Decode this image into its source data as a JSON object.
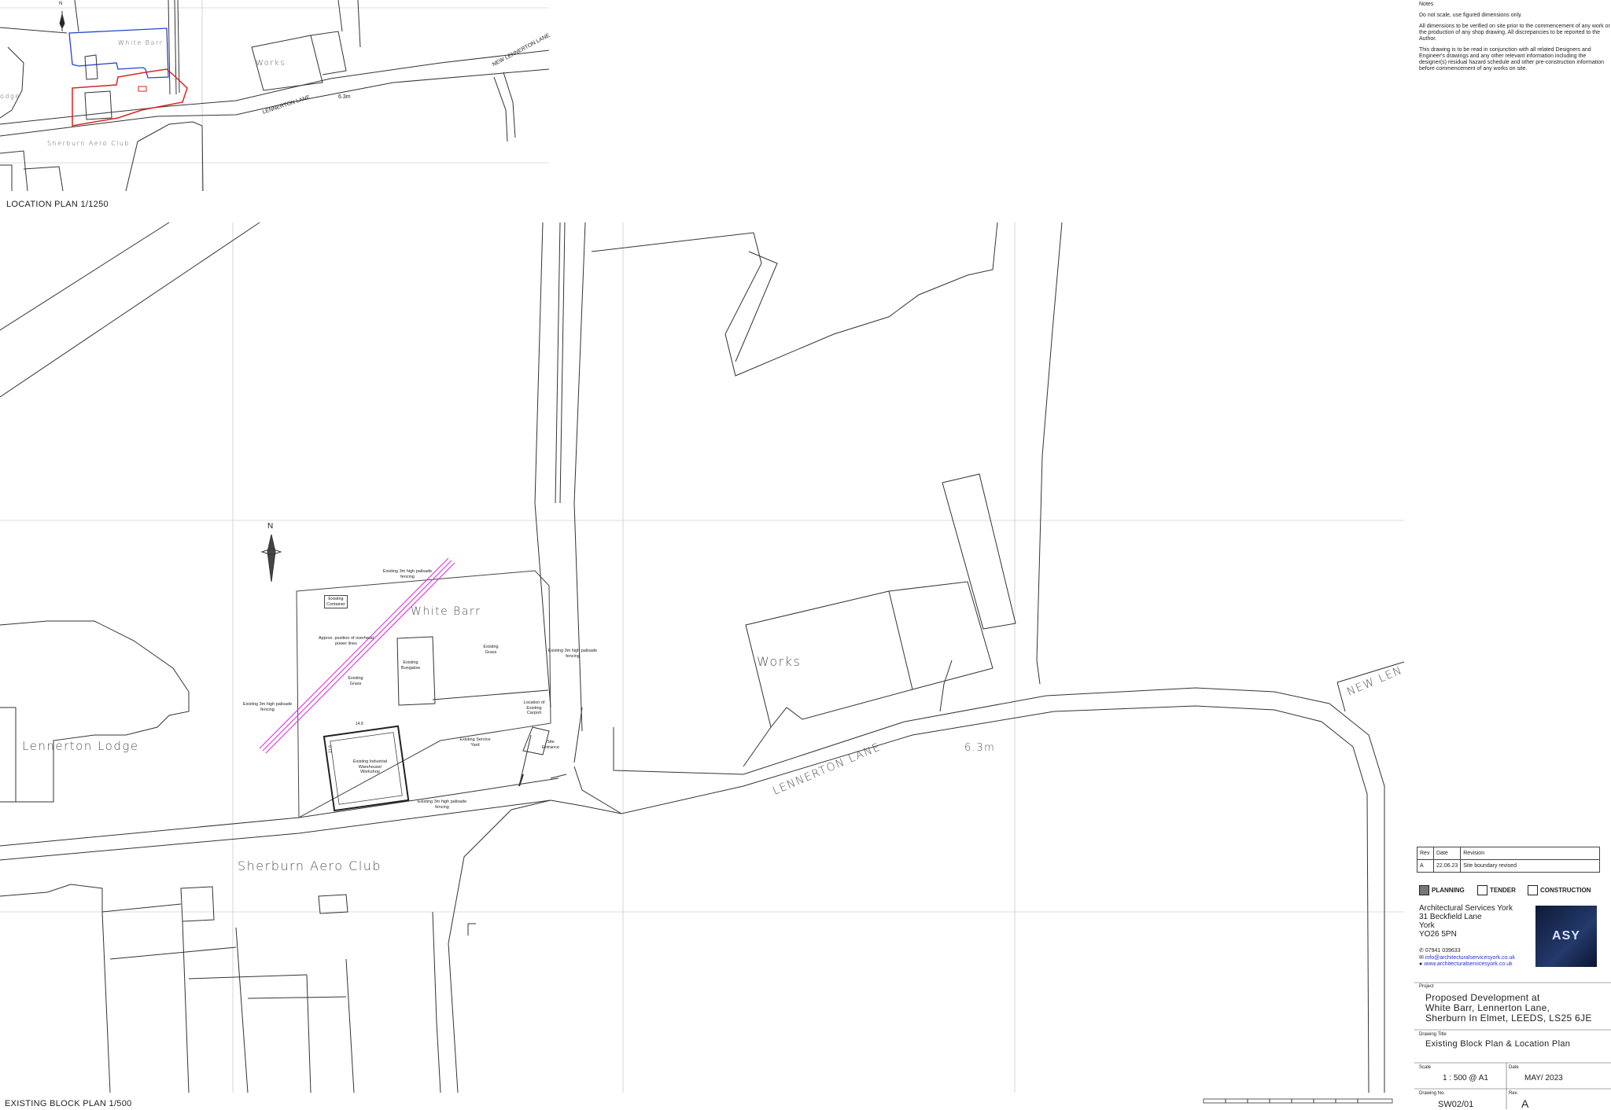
{
  "notes": {
    "heading": "Notes",
    "items": [
      "Do not scale, use figured dimensions only.",
      "All dimensions to be verified on site prior to the commencement of any work or the production of any shop drawing. All discrepancies to be reported to the Author.",
      "This drawing is to be read in conjunction with all related Designers and Engineer's drawings and any other relevant information including the designer(s) residual hazard schedule and other pre-construction information before commencement of any works on site."
    ]
  },
  "location_plan": {
    "title": "LOCATION PLAN 1/1250",
    "north": "N",
    "labels": {
      "white_barr": "White Barr",
      "works": "Works",
      "new_lennerton_lane": "NEW LENNERTON LANE",
      "lennerton_lane": "LENNERTON LANE",
      "spot_height": "6.3m",
      "aero_club": "Sherburn Aero Club",
      "lodge_fragment": "odge"
    }
  },
  "block_plan": {
    "title": "EXISTING BLOCK PLAN 1/500",
    "north": "N",
    "labels": {
      "white_barr": "White Barr",
      "works": "Works",
      "lennerton_lane": "LENNERTON LANE",
      "new_lennerton_fragment": "NEW LEN",
      "spot_height": "6.3m",
      "lennerton_lodge": "Lennerton Lodge",
      "aero_club": "Sherburn Aero Club",
      "fence_north": "Existing 3m high palisade fencing",
      "container": "Existing Container",
      "power_lines": "Approx. position of overhead power lines",
      "bungalow": "Existing Bungalow",
      "grass_east": "Existing Grass",
      "grass_west": "Existing Grass",
      "fence_east": "Existing 3m high palisade fencing",
      "fence_west": "Existing 3m high palisade fencing",
      "carport": "Location of Existing Carport",
      "service_yard": "Existing Service Yard",
      "site_entrance": "Site Entrance",
      "warehouse": "Existing Industrial Warehouse/ Workshop",
      "fence_south": "Existing 3m high palisade fencing",
      "dim_top": "14.8",
      "dim_side": "11.0"
    }
  },
  "revisions": {
    "headers": [
      "Rev",
      "Date",
      "Revision"
    ],
    "rows": [
      [
        "A",
        "22.06.23",
        "Site boundary revised"
      ]
    ]
  },
  "stages": [
    {
      "label": "PLANNING",
      "selected": true
    },
    {
      "label": "TENDER",
      "selected": false
    },
    {
      "label": "CONSTRUCTION",
      "selected": false
    }
  ],
  "company": {
    "name": "Architectural Services York",
    "address": [
      "31 Beckfield Lane",
      "York",
      "YO26 5PN"
    ],
    "phone": "07941 039633",
    "email": "info@architecturalservicesyork.co.uk",
    "web": "www.architecturalservicesyork.co.uk",
    "logo_text": "ASY"
  },
  "project": {
    "label": "Project",
    "lines": [
      "Proposed Development at",
      "White Barr, Lennerton Lane,",
      "Sherburn In Elmet, LEEDS, LS25 6JE"
    ]
  },
  "drawing_title": {
    "label": "Drawing Title",
    "value": "Existing Block Plan & Location Plan"
  },
  "meta": {
    "scale_label": "Scale",
    "scale": "1 : 500 @ A1",
    "date_label": "Date",
    "date": "MAY/ 2023",
    "drawing_no_label": "Drawing No.",
    "drawing_no": "SW02/01",
    "rev_label": "Rev.",
    "rev": "A"
  },
  "colors": {
    "line": "#333333",
    "site_boundary": "#dd2222",
    "ownership_boundary": "#2244cc",
    "power_lines": "#dd33dd",
    "web_link": "#2233cc"
  }
}
